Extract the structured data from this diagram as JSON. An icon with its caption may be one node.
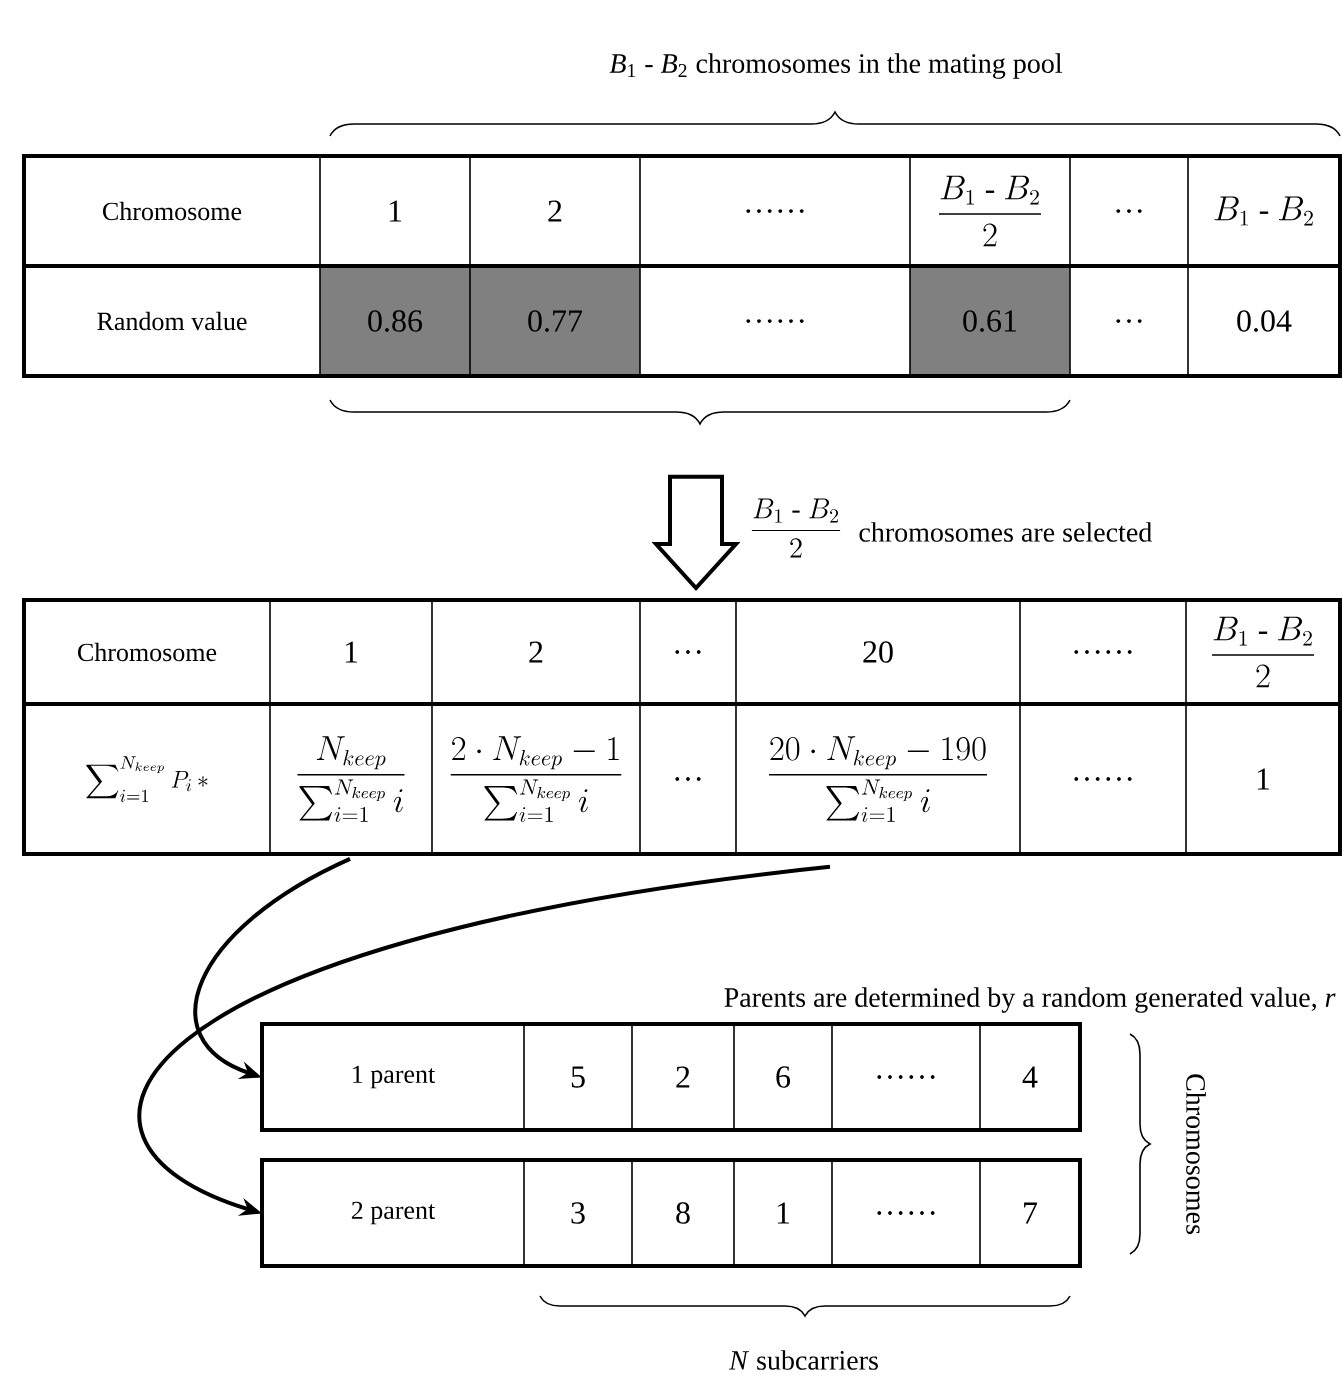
{
  "diagram": {
    "nodes": [
      {
        "text": [
          "Chromosome",
          "1",
          "2",
          "……",
          "\\frac{B_1\\ \\text{-}\\ B_2}{2}",
          "…",
          "B_1\\text{ - }B_2",
          "Random value",
          "0.86",
          "0.77",
          "……",
          "0.61",
          "…",
          "0.04"
        ]
      },
      {
        "text": [
          "Chromosome",
          "1",
          "2",
          "…",
          "20",
          "……",
          "\\frac{B_1\\ \\text{-}\\ B_2}{2}",
          "\\sum\\nolimits_{i=1}^{N_{keep}} P_i\\,*",
          "\\frac{N_{keep}}{\\sum\\nolimits_{i=1}^{N_{keep}} i}",
          "\\frac{2\\cdot N_{keep}-1}{\\sum\\nolimits_{i=1}^{N_{keep}} i}",
          "…",
          "\\frac{20\\cdot N_{keep}-190}{\\sum\\nolimits_{i=1}^{N_{keep}} i}",
          "……",
          "1"
        ]
      },
      {
        "text": [
          "1  parent",
          "5",
          "2",
          "6",
          "……",
          "4"
        ]
      },
      {
        "text": [
          "2  parent",
          "3",
          "8",
          "1",
          "……",
          "7"
        ]
      }
    ],
    "edges": [
      {
        "from": 0,
        "to": 1,
        "arrow": "to",
        "style": "thick"
      },
      {
        "from": 1,
        "to": 2,
        "arrow": "to"
      },
      {
        "from": 1,
        "to": 3,
        "arrow": "to"
      }
    ],
    "labels": [
      "*B*$_{1}$  -  *B*$_{2}$ chromosomes in the mating pool",
      "\\frac{B_1\\ \\text{-}\\ B_2}{2}",
      "chromosomes are selected",
      "Parents are determined by a random generated value, *r*",
      "Chromosomes",
      "*N* subcarriers"
    ]
  }
}
